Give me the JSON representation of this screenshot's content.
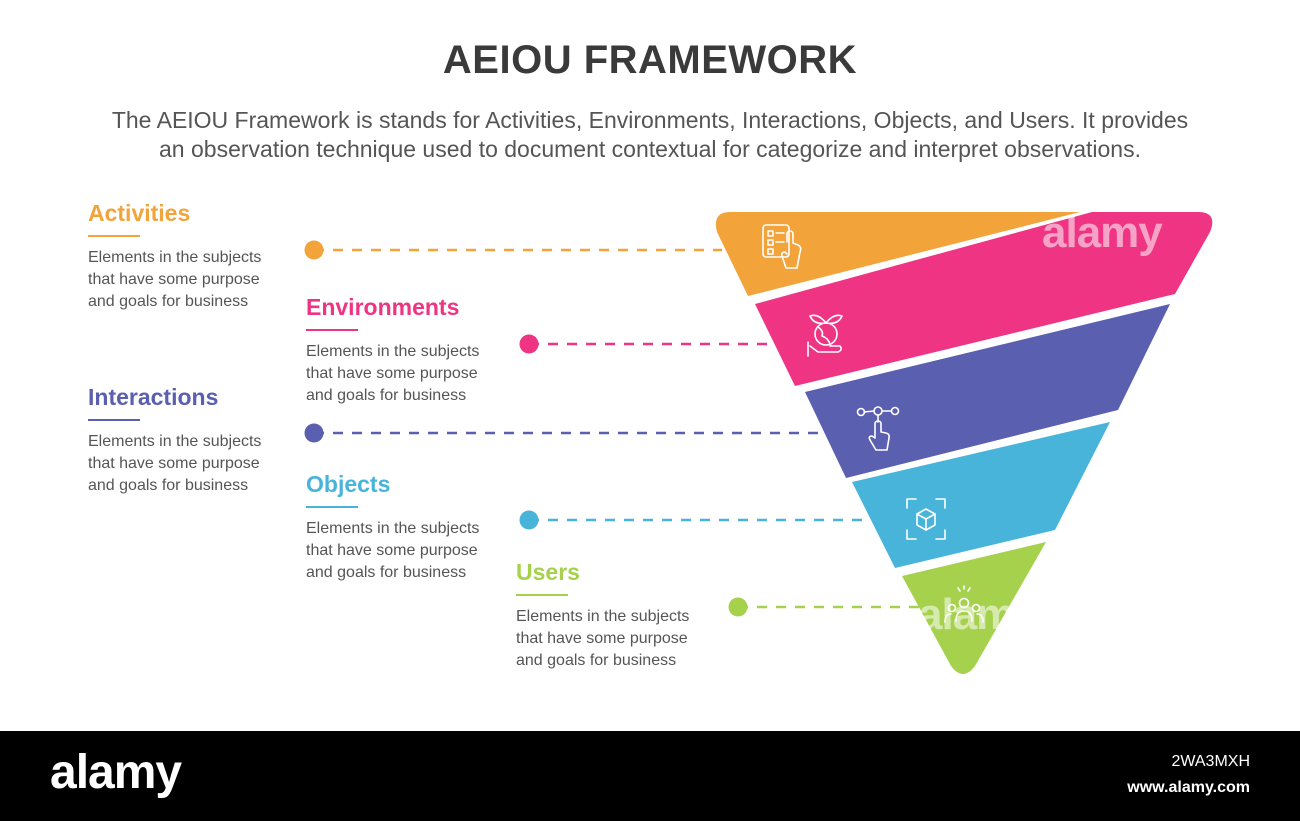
{
  "header": {
    "title": "AEIOU FRAMEWORK",
    "subtitle_line1": "The AEIOU Framework is stands for Activities, Environments, Interactions, Objects, and Users. It provides",
    "subtitle_line2": "an observation technique used to document contextual for categorize and interpret observations."
  },
  "items": [
    {
      "title": "Activities",
      "color": "#F2A33A",
      "icon": "checklist-hand-icon",
      "desc": [
        "Elements in the subjects",
        "that have some purpose",
        "and goals for business"
      ]
    },
    {
      "title": "Environments",
      "color": "#EE3483",
      "icon": "globe-leaf-hand-icon",
      "desc": [
        "Elements in the subjects",
        "that have some purpose",
        "and goals for business"
      ]
    },
    {
      "title": "Interactions",
      "color": "#5A5FB0",
      "icon": "touch-network-icon",
      "desc": [
        "Elements in the subjects",
        "that have some purpose",
        "and goals for business"
      ]
    },
    {
      "title": "Objects",
      "color": "#48B4DA",
      "icon": "cube-scan-icon",
      "desc": [
        "Elements in the subjects",
        "that have some purpose",
        "and goals for business"
      ]
    },
    {
      "title": "Users",
      "color": "#A5D14C",
      "icon": "user-group-icon",
      "desc": [
        "Elements in the subjects",
        "that have some purpose",
        "and goals for business"
      ]
    }
  ],
  "footer": {
    "logo": "alamy",
    "image_id": "2WA3MXH",
    "url": "www.alamy.com"
  },
  "watermark": "alamy"
}
